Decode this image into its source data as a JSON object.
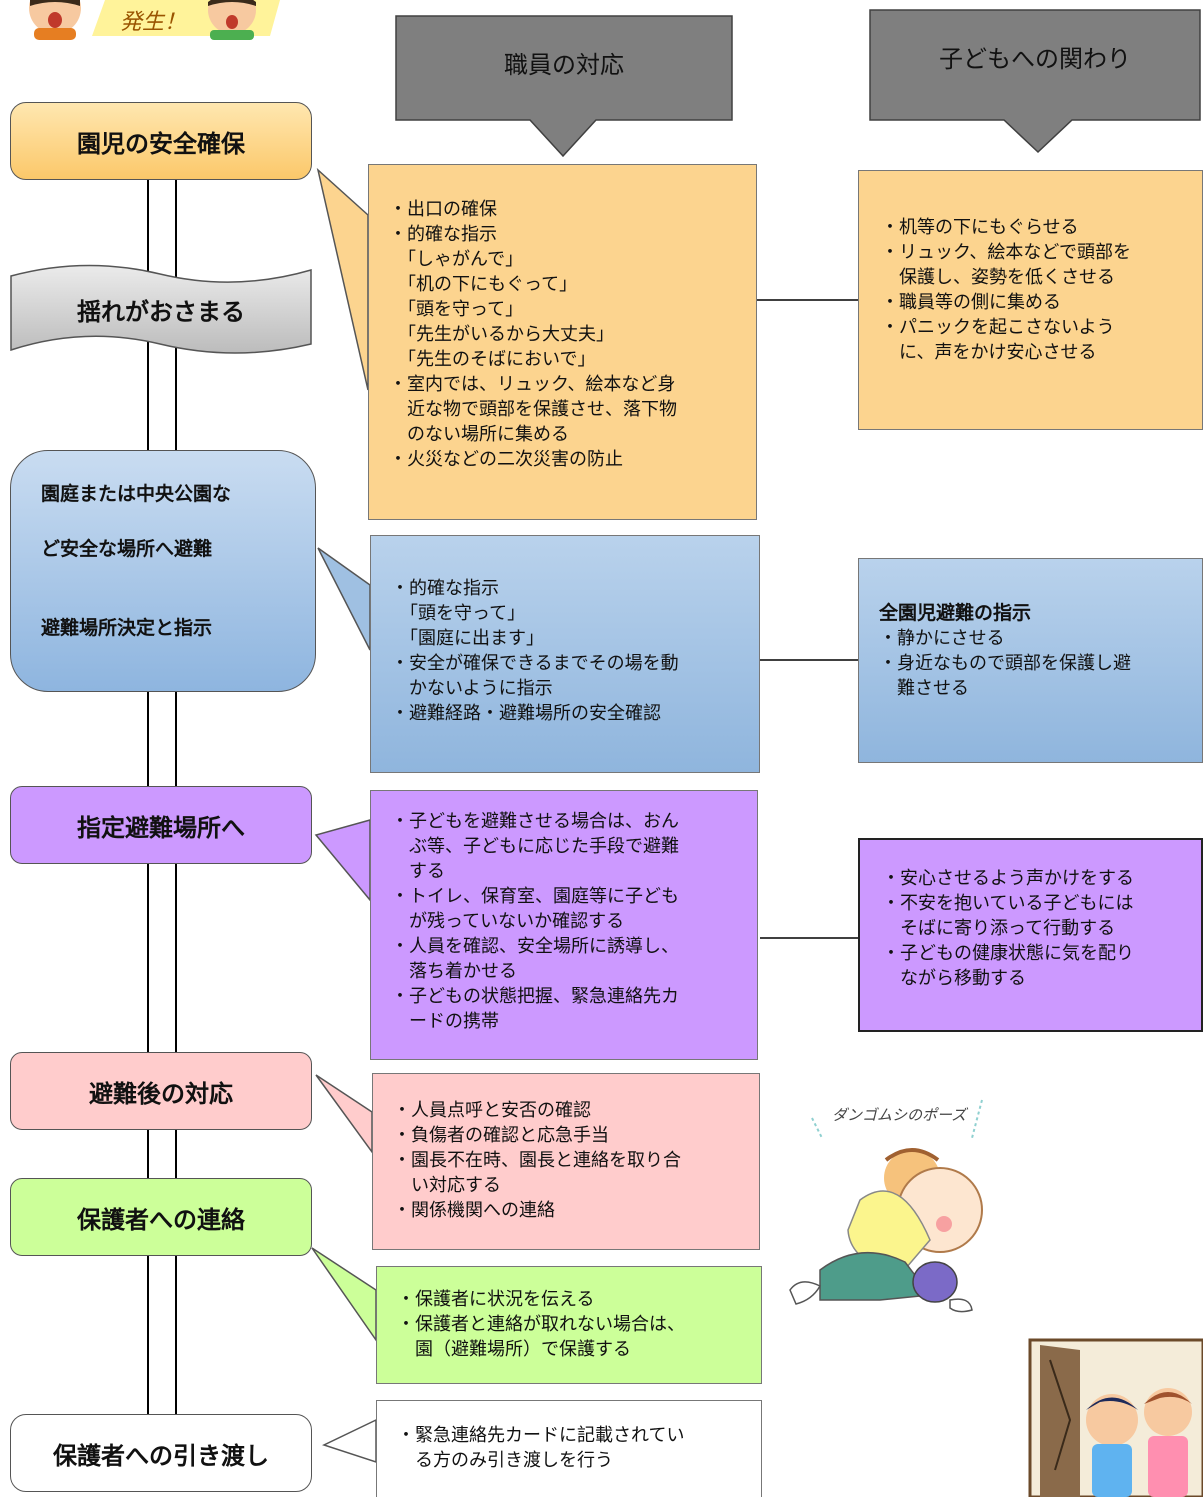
{
  "header": {
    "occurrence_label": "発生！",
    "staff_column_label": "職員の対応",
    "child_column_label": "子どもへの関わり"
  },
  "stages": {
    "secure_children": "園児の安全確保",
    "shaking_stops": "揺れがおさまる",
    "evacuate_line1": "園庭または中央公園な",
    "evacuate_line2": "ど安全な場所へ避難",
    "evacuate_line3": "避難場所決定と指示",
    "designated_site": "指定避難場所へ",
    "after_evacuation": "避難後の対応",
    "contact_guardians": "保護者への連絡",
    "handover": "保護者への引き渡し"
  },
  "staff_actions": {
    "safety": [
      "・出口の確保",
      "・的確な指示",
      "　「しゃがんで」",
      "　「机の下にもぐって」",
      "　「頭を守って」",
      "　「先生がいるから大丈夫」",
      "　「先生のそばにおいで」",
      "・室内では、リュック、絵本など身",
      "　近な物で頭部を保護させ、落下物",
      "　のない場所に集める",
      "・火災などの二次災害の防止"
    ],
    "evacuate": [
      "・的確な指示",
      "　「頭を守って」",
      "　「園庭に出ます」",
      "・安全が確保できるまでその場を動",
      "　かないように指示",
      "・避難経路・避難場所の安全確認"
    ],
    "designated": [
      "・子どもを避難させる場合は、おん",
      "　ぶ等、子どもに応じた手段で避難",
      "　する",
      "・トイレ、保育室、園庭等に子ども",
      "　が残っていないか確認する",
      "・人員を確認、安全場所に誘導し、",
      "　落ち着かせる",
      "・子どもの状態把握、緊急連絡先カ",
      "　ードの携帯"
    ],
    "after": [
      "・人員点呼と安否の確認",
      "・負傷者の確認と応急手当",
      "・園長不在時、園長と連絡を取り合",
      "　い対応する",
      "・関係機関への連絡"
    ],
    "guardians": [
      "・保護者に状況を伝える",
      "・保護者と連絡が取れない場合は、",
      "　園（避難場所）で保護する"
    ],
    "handover": [
      "・緊急連絡先カードに記載されてい",
      "　る方のみ引き渡しを行う"
    ]
  },
  "child_care": {
    "safety": [
      "・机等の下にもぐらせる",
      "・リュック、絵本などで頭部を",
      "　保護し、姿勢を低くさせる",
      "・職員等の側に集める",
      "・パニックを起こさないよう",
      "　に、声をかけ安心させる"
    ],
    "evacuate_title": "全園児避難の指示",
    "evacuate": [
      "・静かにさせる",
      "・身近なもので頭部を保護し避",
      "　難させる"
    ],
    "designated": [
      "・安心させるよう声かけをする",
      "・不安を抱いている子どもには",
      "　そばに寄り添って行動する",
      "・子どもの健康状態に気を配り",
      "　ながら移動する"
    ]
  },
  "illustrations": {
    "dangomushi_caption": "ダンゴムシのポーズ"
  },
  "colors": {
    "orange": "#fdd58a",
    "gray": "#cfcfcf",
    "blue": "#9fc0e2",
    "purple": "#cc99ff",
    "pink": "#ffcccc",
    "green": "#ccff99",
    "arrow": "#7f7f7f"
  }
}
